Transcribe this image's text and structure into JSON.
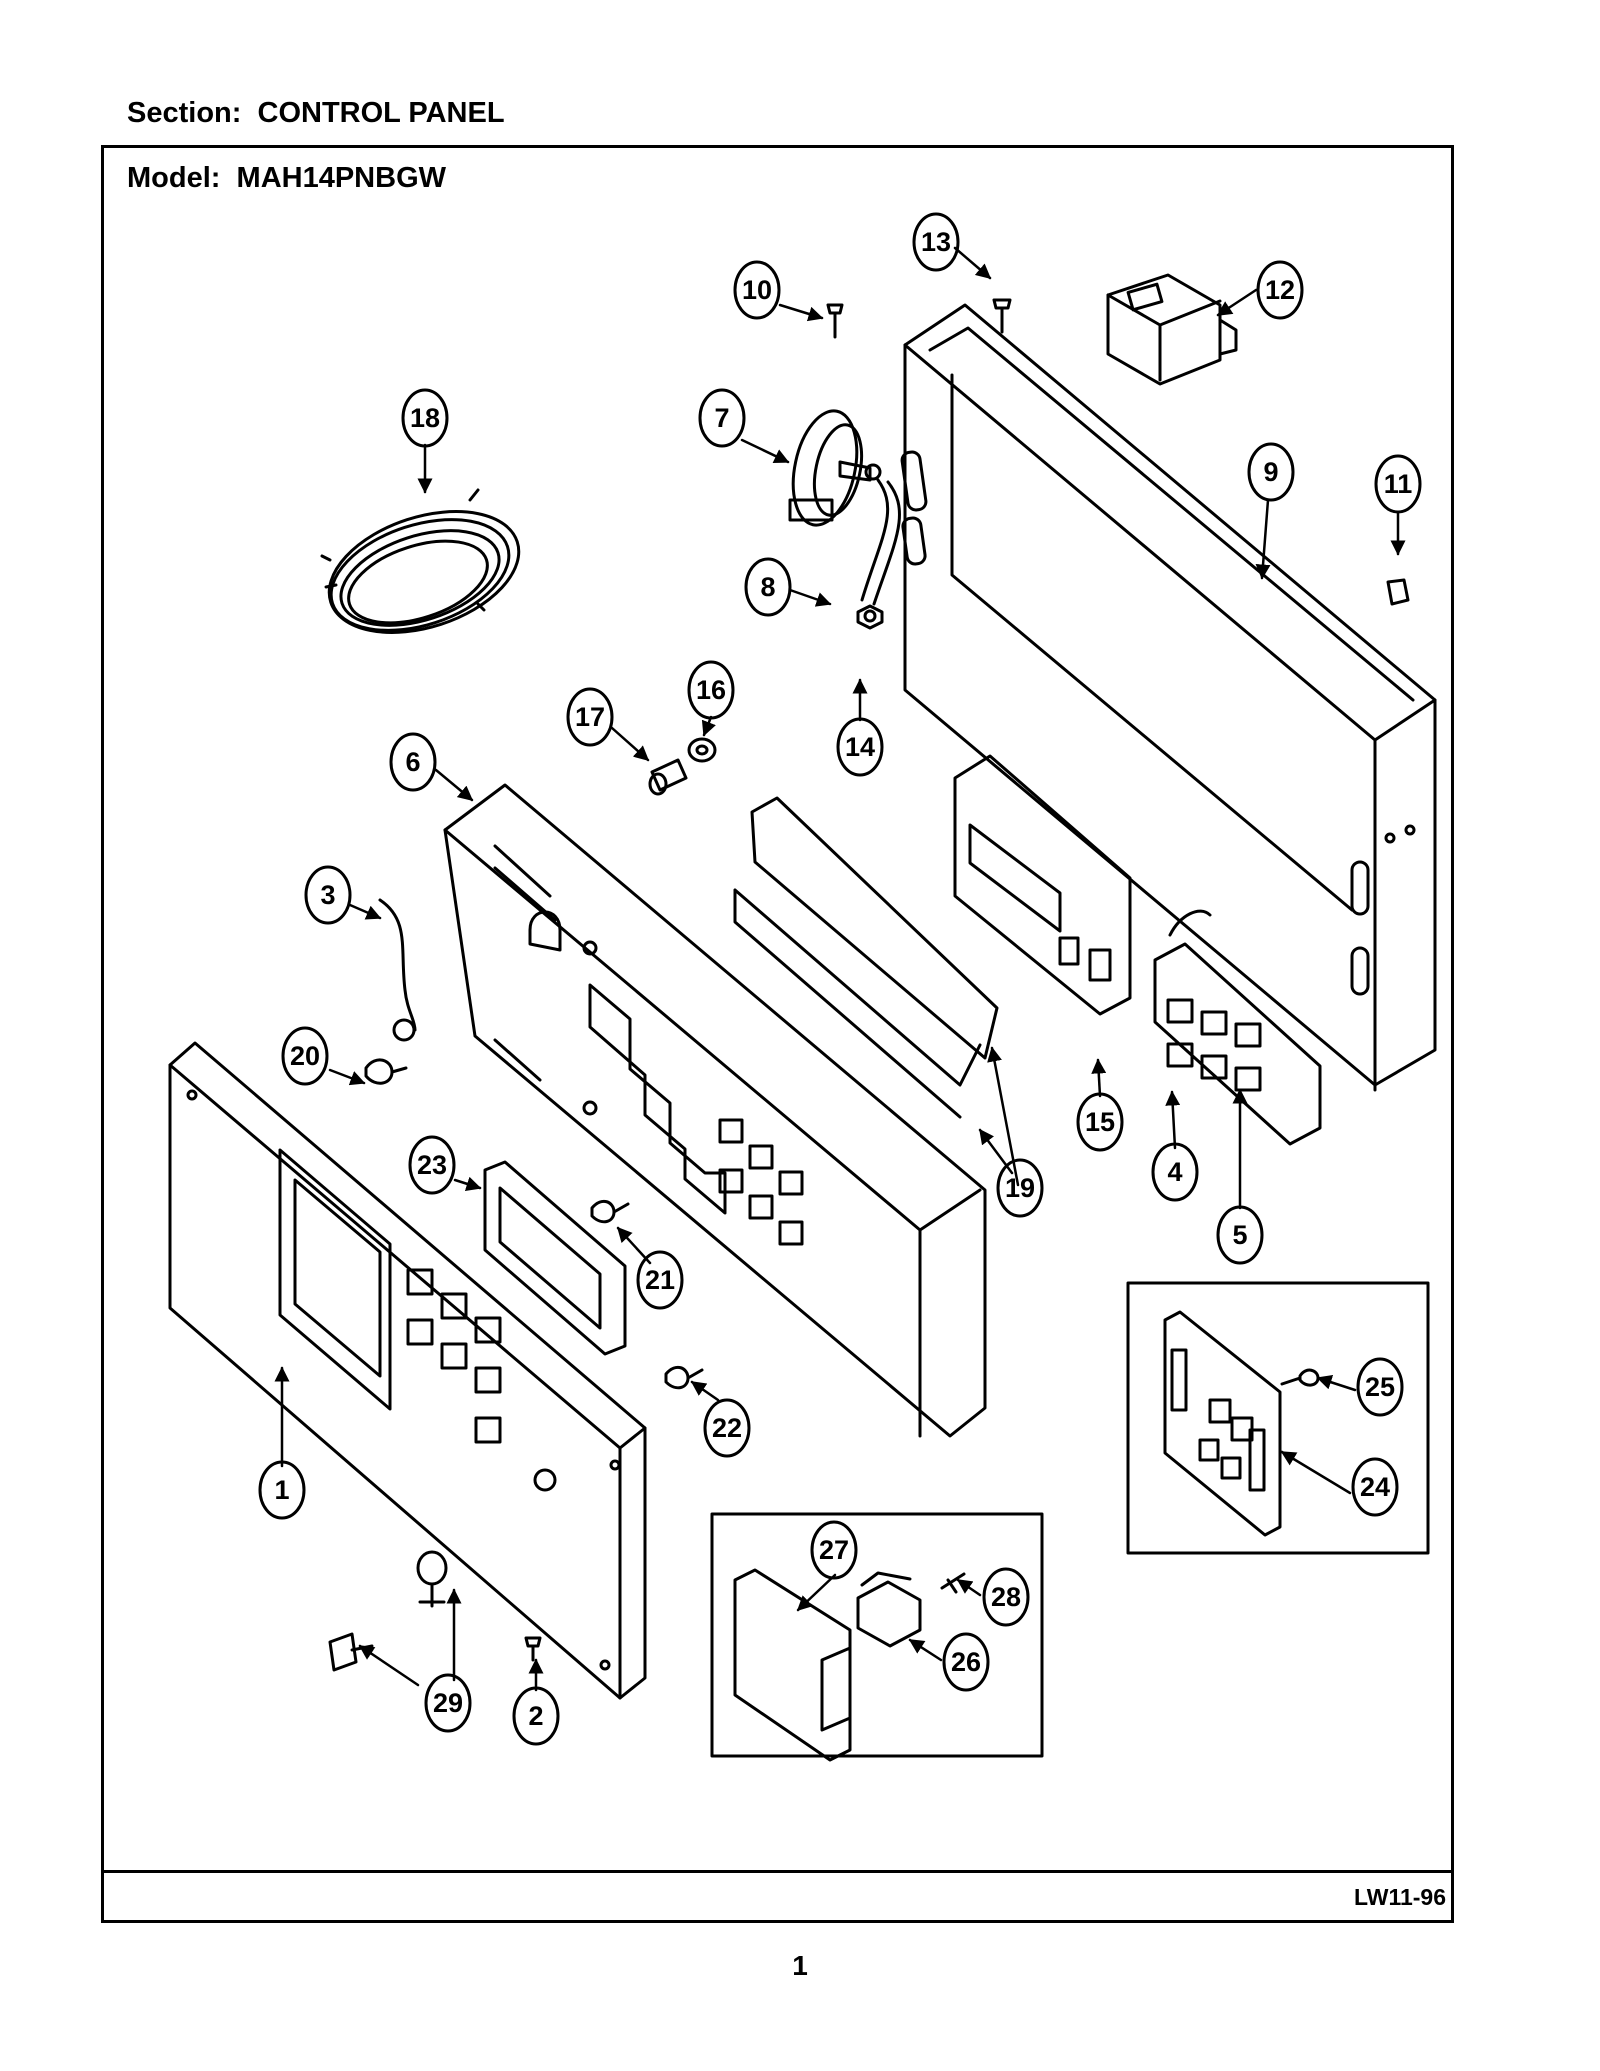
{
  "header": {
    "section": "Section:  CONTROL PANEL",
    "model": "Model:  MAH14PNBGW"
  },
  "footer": {
    "code": "LW11-96",
    "page": "1"
  },
  "callouts": [
    "1",
    "2",
    "3",
    "4",
    "5",
    "6",
    "7",
    "8",
    "9",
    "10",
    "11",
    "12",
    "13",
    "14",
    "15",
    "16",
    "17",
    "18",
    "19",
    "20",
    "21",
    "22",
    "23",
    "24",
    "25",
    "26",
    "27",
    "28",
    "29"
  ]
}
